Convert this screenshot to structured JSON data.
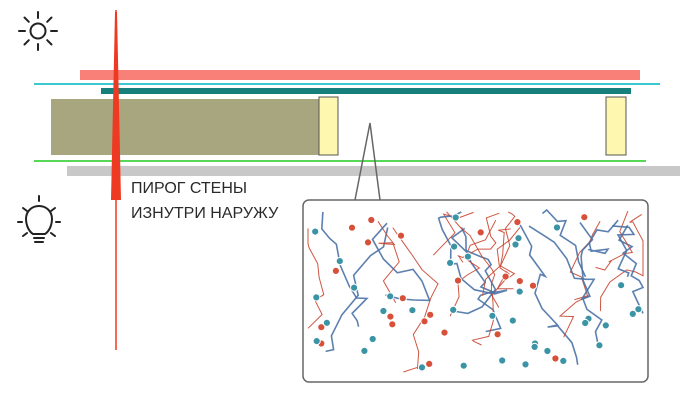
{
  "caption": {
    "line1": "ПИРОГ СТЕНЫ",
    "line2": "ИЗНУТРИ НАРУЖУ"
  },
  "icons": {
    "outside": "sun-icon",
    "inside": "light-bulb-icon"
  },
  "layers": [
    {
      "name": "outer-finish-layer",
      "color": "#f88078"
    },
    {
      "name": "outer-membrane-line",
      "color": "#3cc8d0"
    },
    {
      "name": "windproof-membrane-layer",
      "color": "#18807c"
    },
    {
      "name": "insulation-layer",
      "color": "#a8a67e"
    },
    {
      "name": "vapor-barrier-line",
      "color": "#58d858"
    },
    {
      "name": "inner-finish-layer",
      "color": "#c8c8c8"
    }
  ],
  "colors": {
    "stud": "#fdf7b0",
    "arrow": "#ee3a22",
    "zoom_border": "#666666",
    "fiber_red": "#c9442f",
    "fiber_blue": "#4a72a6",
    "node_red": "#d7503a",
    "node_teal": "#3b94a6"
  }
}
